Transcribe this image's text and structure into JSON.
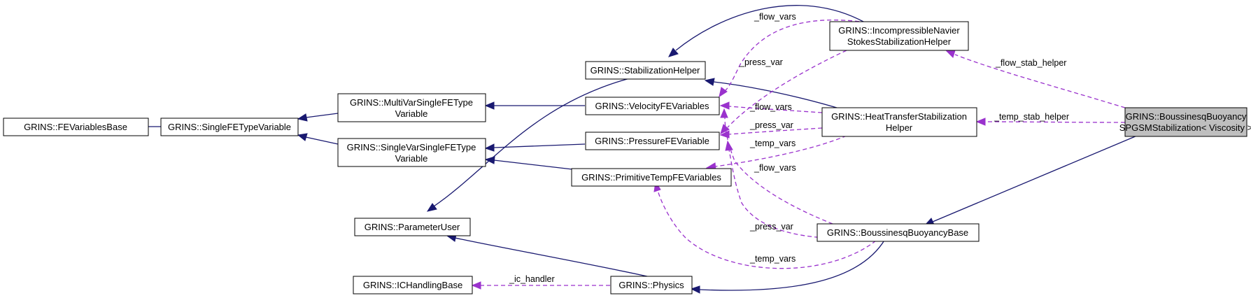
{
  "nodes": {
    "fe_variables_base": "GRINS::FEVariablesBase",
    "single_fe_type_variable": "GRINS::SingleFETypeVariable",
    "multi_var_l1": "GRINS::MultiVarSingleFEType",
    "multi_var_l2": "Variable",
    "single_var_l1": "GRINS::SingleVarSingleFEType",
    "single_var_l2": "Variable",
    "stabilization_helper": "GRINS::StabilizationHelper",
    "velocity_fe_variables": "GRINS::VelocityFEVariables",
    "pressure_fe_variable": "GRINS::PressureFEVariable",
    "primitive_temp_fe_variables": "GRINS::PrimitiveTempFEVariables",
    "parameter_user": "GRINS::ParameterUser",
    "ic_handling_base": "GRINS::ICHandlingBase",
    "physics": "GRINS::Physics",
    "ins_helper_l1": "GRINS::IncompressibleNavier",
    "ins_helper_l2": "StokesStabilizationHelper",
    "ht_helper_l1": "GRINS::HeatTransferStabilization",
    "ht_helper_l2": "Helper",
    "boussinesq_base": "GRINS::BoussinesqBuoyancyBase",
    "focus_l1": "GRINS::BoussinesqBuoyancy",
    "focus_l2": "SPGSMStabilization< Viscosity >"
  },
  "edge_labels": {
    "flow_vars_top": "_flow_vars",
    "press_var_top": "_press_var",
    "flow_stab_helper": "_flow_stab_helper",
    "flow_vars_mid": "_flow_vars",
    "press_var_mid": "_press_var",
    "temp_vars_mid": "_temp_vars",
    "temp_stab_helper": "_temp_stab_helper",
    "flow_vars_low": "_flow_vars",
    "press_var_low": "_press_var",
    "temp_vars_low": "_temp_vars",
    "ic_handler": "_ic_handler"
  },
  "colors": {
    "inheritance": "#191970",
    "usage": "#9a32cd",
    "focus_fill": "#bfbfbf"
  }
}
